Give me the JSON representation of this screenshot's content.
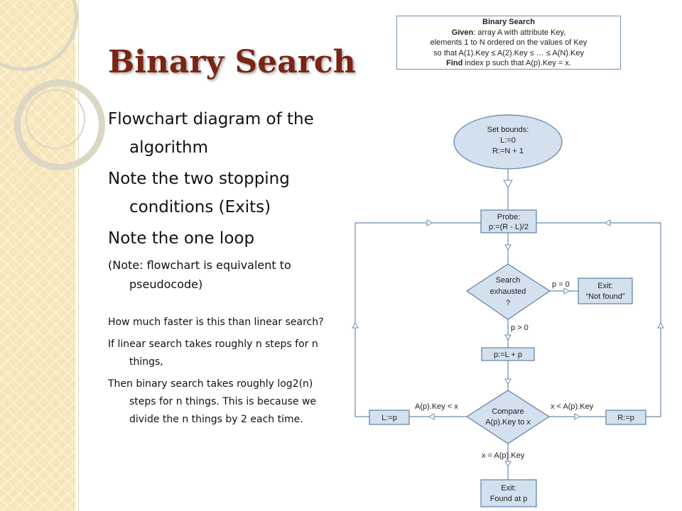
{
  "slide": {
    "title": "Binary Search",
    "bullets": [
      "Flowchart diagram of the algorithm",
      "Note the two stopping conditions (Exits)",
      "Note the one loop",
      "(Note: flowchart is equivalent to pseudocode)",
      "How much faster is this than linear search?",
      "If linear search takes roughly n steps for n things,",
      "Then binary search takes roughly log2(n) steps for n things. This is because we divide the n things by 2 each time."
    ]
  },
  "spec_box": {
    "title": "Binary Search",
    "given_label": "Given",
    "given_text": ": array A with attribute Key,",
    "line2": "elements 1 to N ordered on the values of Key",
    "line3": "so that A(1).Key ≤ A(2).Key ≤ … ≤ A(N).Key",
    "find_label": "Find",
    "find_text": " index p such that A(p).Key = x."
  },
  "flowchart": {
    "start": [
      "Set bounds:",
      "L:=0",
      "R:=N + 1"
    ],
    "probe": [
      "Probe:",
      "p:=(R - L)/2"
    ],
    "decision1": [
      "Search",
      "exhausted",
      "?"
    ],
    "p_zero": "p = 0",
    "exit_not_found": [
      "Exit:",
      "“Not found”"
    ],
    "p_pos": "p > 0",
    "update_p": "p:=L + p",
    "decision2": [
      "Compare",
      "A(p).Key to x"
    ],
    "branch_less": "A(p).Key < x",
    "branch_greater": "x < A(p).Key",
    "set_l": "L:=p",
    "set_r": "R:=p",
    "branch_equal": "x = A(p).Key",
    "exit_found": [
      "Exit:",
      "Found at p"
    ]
  },
  "colors": {
    "title": "#7a2414",
    "node_fill": "#d3e0ee",
    "node_stroke": "#5f7fa6",
    "line": "#6f8aad",
    "band": "#f7e6b8"
  }
}
